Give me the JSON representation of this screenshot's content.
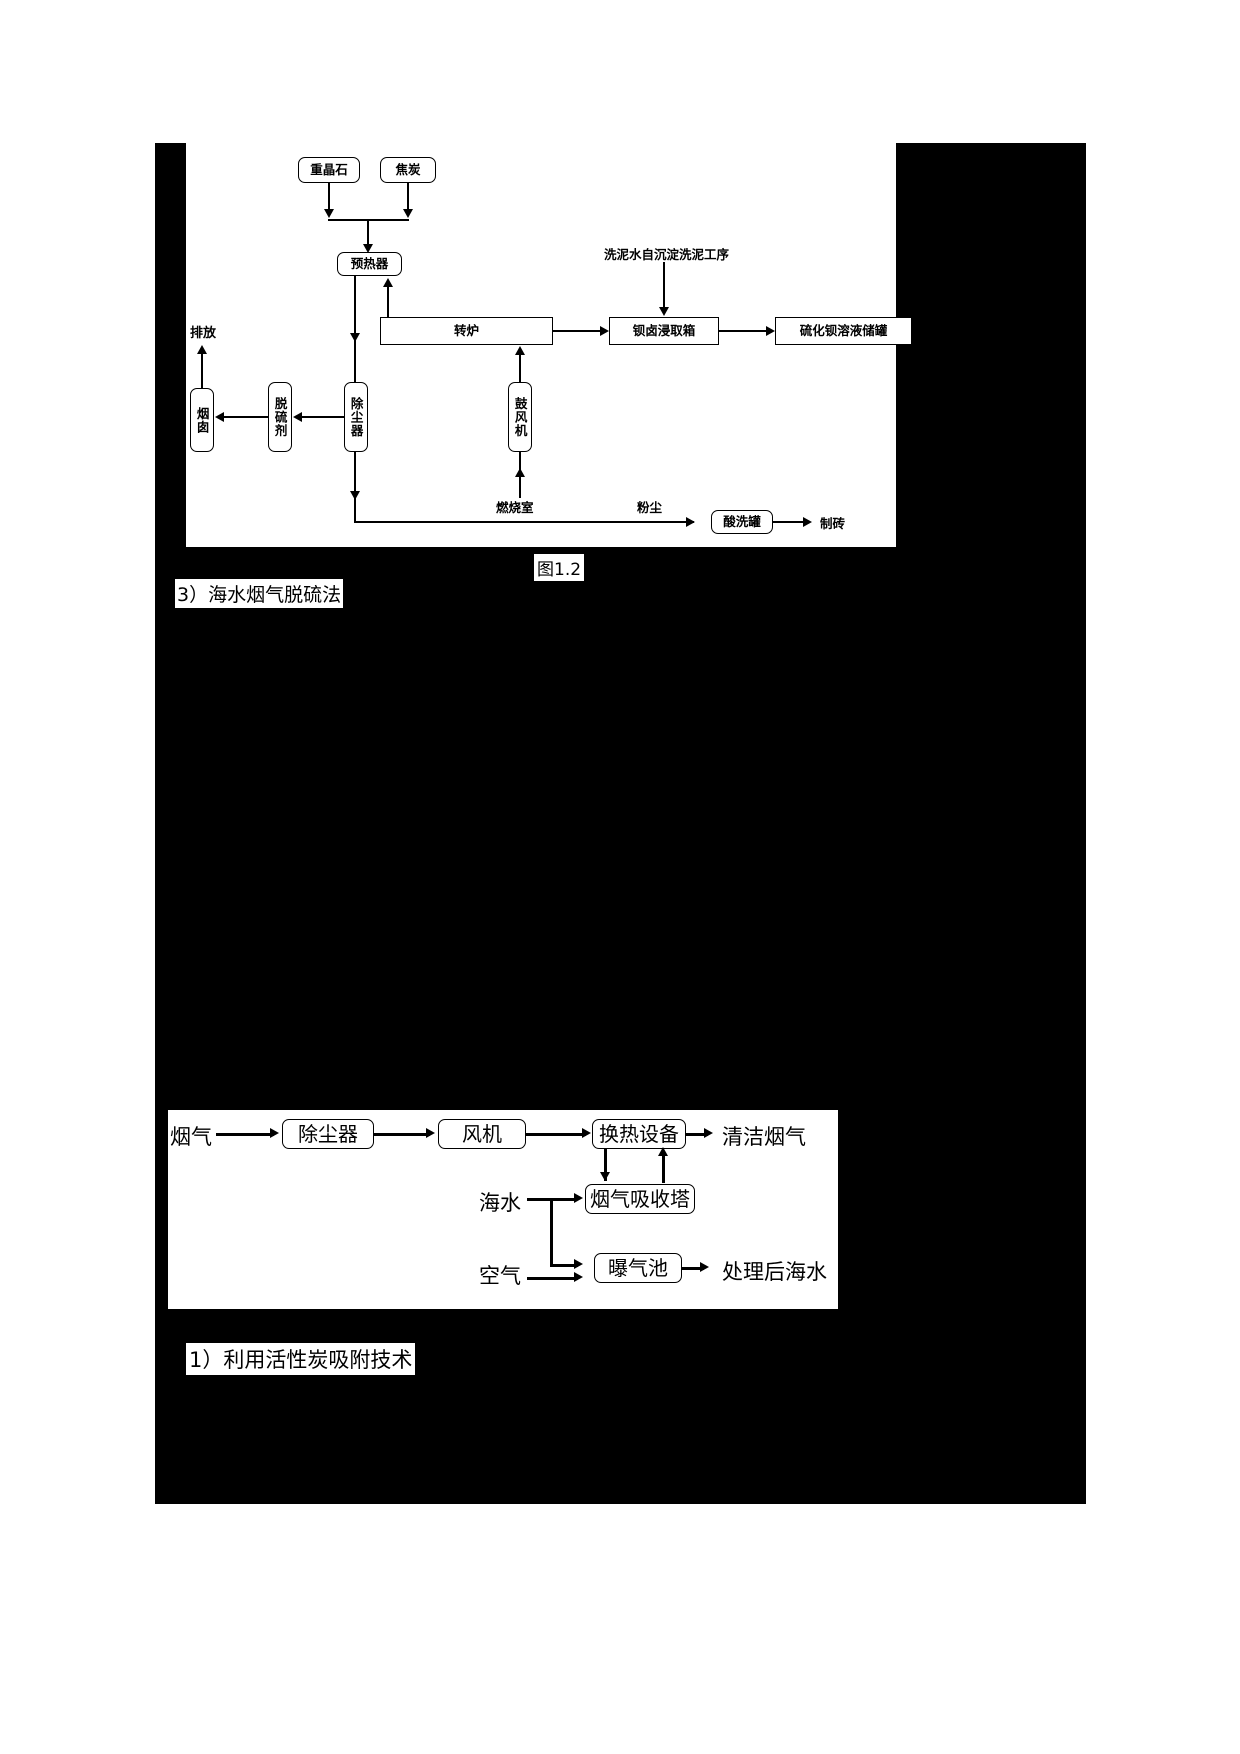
{
  "document": {
    "caption": "图1.2",
    "heading_seawater": "3）海水烟气脱硫法",
    "heading_carbon": "1）利用活性炭吸附技术"
  },
  "diagram1": {
    "name": "barite-carbothermal-reduction-flow",
    "nodes": {
      "barite": "重晶石",
      "coke": "焦炭",
      "preheater": "预热器",
      "rotary_kiln": "转炉",
      "barium_leach_tank": "钡卤浸取箱",
      "barium_sulfide_storage": "硫化钡溶液储罐",
      "chimney": "烟囱",
      "desulfurizer": "脱硫剂",
      "dust_collector": "除尘器",
      "blower": "鼓风机",
      "acid_wash_tank": "酸洗罐"
    },
    "labels": {
      "emission": "排放",
      "wash_water": "洗泥水自沉淀洗泥工序",
      "combustion_chamber": "燃烧室",
      "dust": "粉尘",
      "brick_making": "制砖"
    }
  },
  "diagram2": {
    "name": "seawater-flue-gas-desulfurization-flow",
    "nodes": {
      "dust_collector": "除尘器",
      "fan": "风机",
      "heat_exchanger": "换热设备",
      "absorption_tower": "烟气吸收塔",
      "aeration_basin": "曝气池"
    },
    "labels": {
      "flue_gas": "烟气",
      "clean_flue_gas": "清洁烟气",
      "seawater": "海水",
      "air": "空气",
      "treated_seawater": "处理后海水"
    }
  },
  "colors": {
    "ink": "#000000",
    "paper": "#ffffff"
  }
}
